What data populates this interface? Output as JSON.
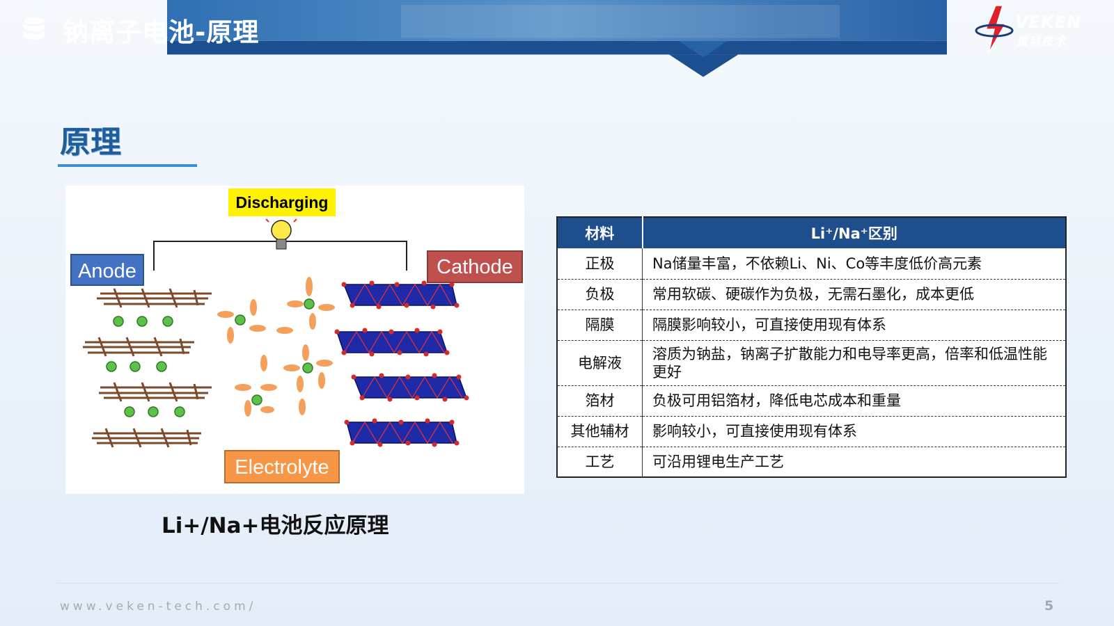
{
  "header": {
    "title": "钠离子电池-原理",
    "logo_name": "VEKEN",
    "logo_sub": "维科技术"
  },
  "section": {
    "title": "原理"
  },
  "figure": {
    "discharging": "Discharging",
    "anode": "Anode",
    "cathode": "Cathode",
    "electrolyte": "Electrolyte",
    "caption": "Li+/Na+电池反应原理"
  },
  "table": {
    "headers": [
      "材料",
      "Li⁺/Na⁺区别"
    ],
    "rows": [
      {
        "material": "正极",
        "difference": "Na储量丰富，不依赖Li、Ni、Co等丰度低价高元素"
      },
      {
        "material": "负极",
        "difference": "常用软碳、硬碳作为负极，无需石墨化，成本更低"
      },
      {
        "material": "隔膜",
        "difference": "隔膜影响较小，可直接使用现有体系"
      },
      {
        "material": "电解液",
        "difference": "溶质为钠盐，钠离子扩散能力和电导率更高，倍率和低温性能更好"
      },
      {
        "material": "箔材",
        "difference": "负极可用铝箔材，降低电芯成本和重量"
      },
      {
        "material": "其他辅材",
        "difference": "影响较小，可直接使用现有体系"
      },
      {
        "material": "工艺",
        "difference": "可沿用锂电生产工艺"
      }
    ]
  },
  "footer": {
    "url": "www.veken-tech.com/",
    "page": "5"
  },
  "colors": {
    "header_blue": "#1e5a9e",
    "table_header": "#1e4f8c",
    "accent_line": "#3d8fd4"
  },
  "icons": [
    "database-icon",
    "veken-logo-icon",
    "light-bulb-icon"
  ]
}
